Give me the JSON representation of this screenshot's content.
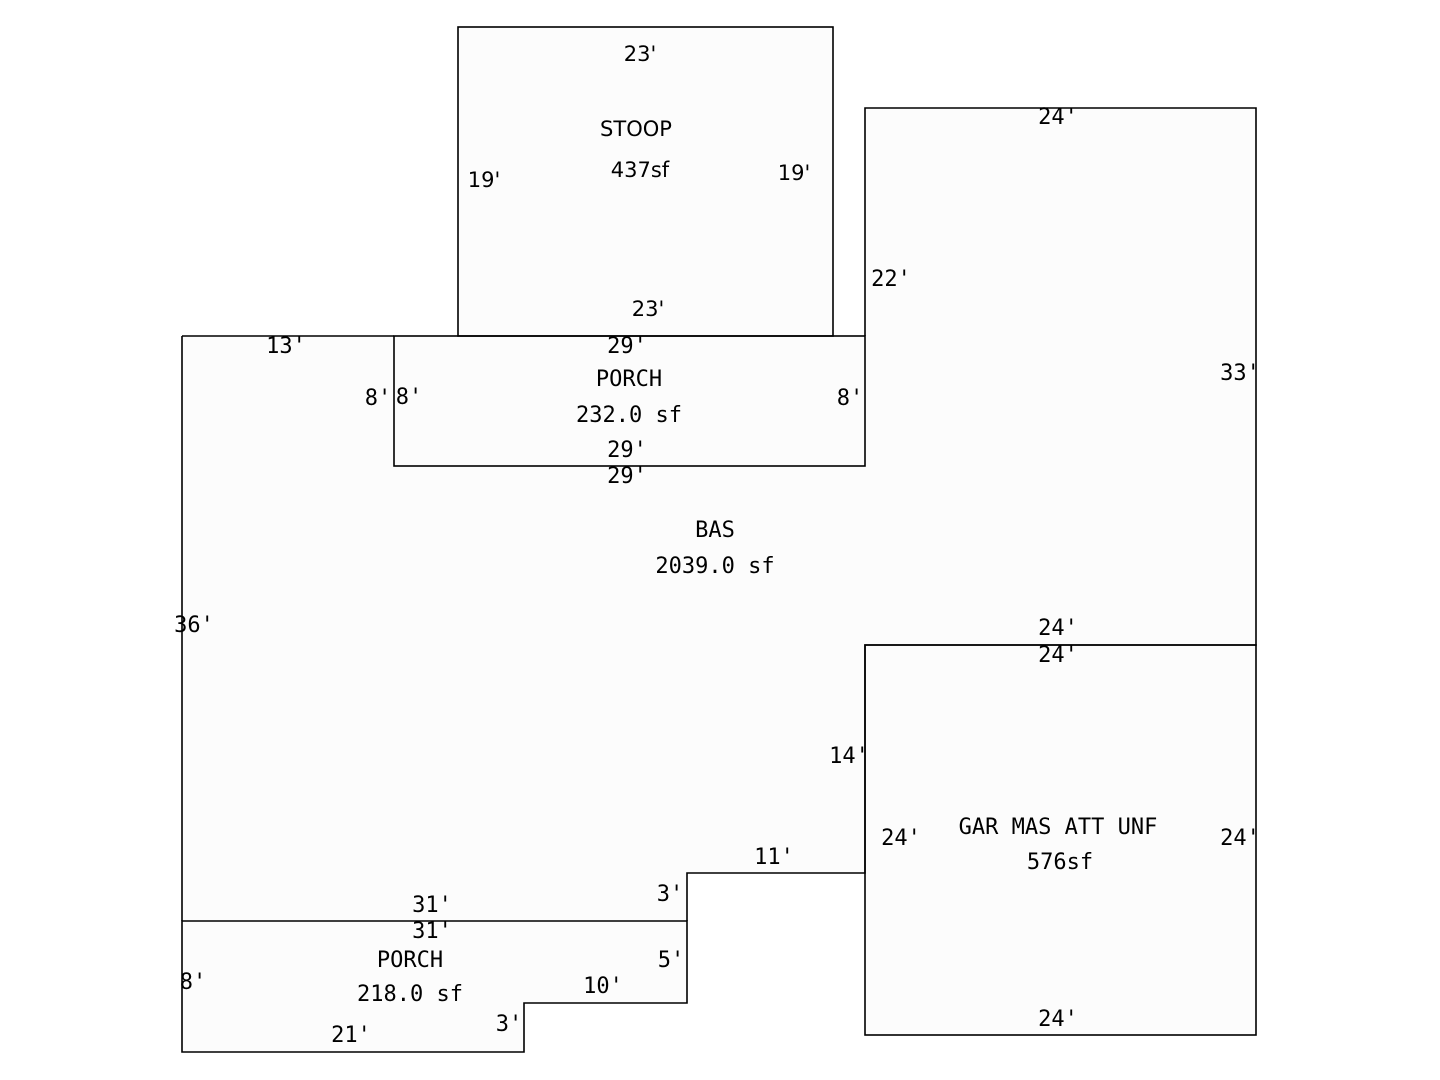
{
  "sketch": {
    "stoop": {
      "name": "STOOP",
      "area": "437sf",
      "dims": {
        "top": "23'",
        "bottom": "23'",
        "left": "19'",
        "right": "19'"
      }
    },
    "porch_front": {
      "name": "PORCH",
      "area": "232.0 sf",
      "dims": {
        "top": "29'",
        "bottom": "29'",
        "left": "8'",
        "right": "8'"
      }
    },
    "bas": {
      "name": "BAS",
      "area": "2039.0 sf",
      "dims": {
        "top_left": "13'",
        "porch_left": "8'",
        "porch_bottom": "29'",
        "right_inner": "22'",
        "top_right": "24'",
        "right_outer": "33'",
        "garage_top": "24'",
        "garage_left": "14'",
        "step_top": "11'",
        "step_right": "3'",
        "bottom": "31'",
        "left": "36'"
      }
    },
    "garage": {
      "name": "GAR MAS ATT UNF",
      "area": "576sf",
      "dims": {
        "top": "24'",
        "bottom": "24'",
        "left": "24'",
        "right": "24'"
      }
    },
    "porch_rear": {
      "name": "PORCH",
      "area": "218.0 sf",
      "dims": {
        "top": "31'",
        "left": "8'",
        "bottom": "21'",
        "step_up": "3'",
        "step_top": "10'",
        "right": "5'"
      }
    }
  }
}
